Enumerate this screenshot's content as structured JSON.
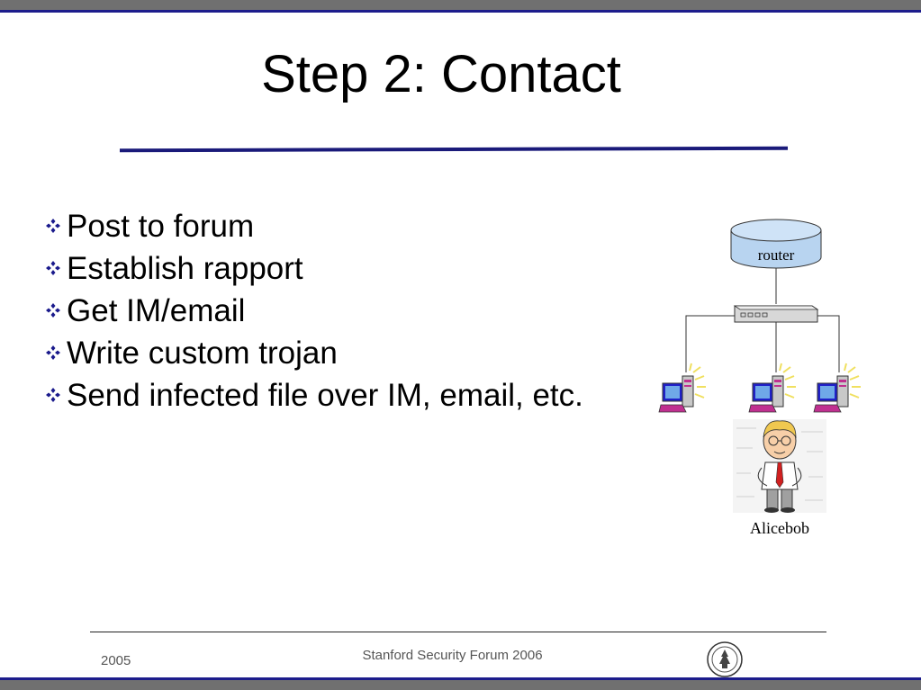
{
  "slide": {
    "title": "Step 2: Contact",
    "bullets": [
      "Post to forum",
      "Establish rapport",
      "Get IM/email",
      "Write custom trojan",
      "Send infected file over IM, email, etc."
    ],
    "bullet_icon": "four-diamond-bullet-icon"
  },
  "diagram": {
    "router_label": "router",
    "person_label": "Alicebob",
    "icons": [
      "router-cylinder-icon",
      "network-switch-icon",
      "computer-icon",
      "person-icon"
    ]
  },
  "footer": {
    "year": "2005",
    "center_text": "Stanford Security Forum 2006",
    "seal_icon": "university-seal-icon"
  },
  "colors": {
    "bar_gray": "#707070",
    "accent_navy": "#1c1c8c",
    "router_fill": "#b8d4f0",
    "bullet_blue": "#1a1a8c"
  }
}
